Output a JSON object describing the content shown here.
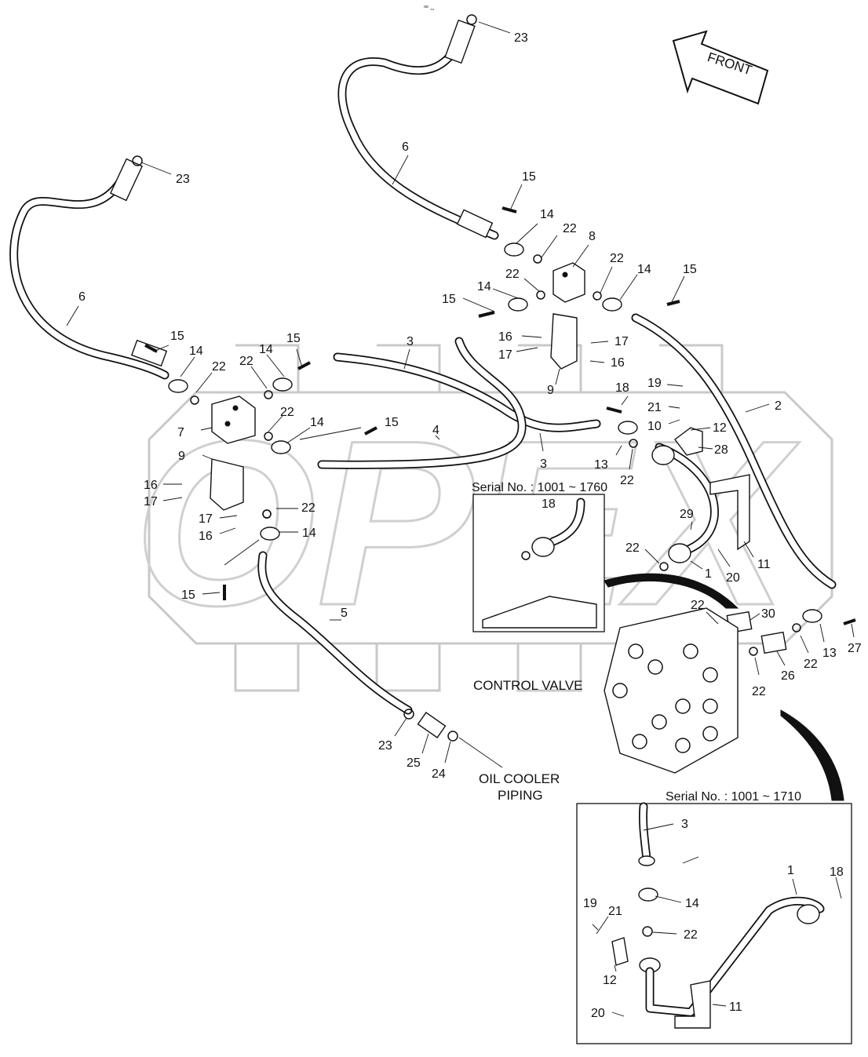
{
  "header_mark": "ᵒᵉ ‚‚‚",
  "front_arrow": "FRONT",
  "watermark": "OPEX",
  "callouts": {
    "c23a": "23",
    "c23b": "23",
    "c23c": "23",
    "c6a": "6",
    "c6b": "6",
    "c15a": "15",
    "c15b": "15",
    "c15c": "15",
    "c15d": "15",
    "c15e": "15",
    "c15f": "15",
    "c15g": "15",
    "c14a": "14",
    "c14b": "14",
    "c14c": "14",
    "c14d": "14",
    "c14e": "14",
    "c14f": "14",
    "c14g": "14",
    "c14h": "14",
    "c22a": "22",
    "c22b": "22",
    "c22c": "22",
    "c22d": "22",
    "c22e": "22",
    "c22f": "22",
    "c22g": "22",
    "c22h": "22",
    "c22i": "22",
    "c22j": "22",
    "c22k": "22",
    "c22l": "22",
    "c22m": "22",
    "c22n": "22",
    "c8": "8",
    "c3a": "3",
    "c3b": "3",
    "c3c": "3",
    "c16a": "16",
    "c16b": "16",
    "c16c": "16",
    "c16d": "16",
    "c17a": "17",
    "c17b": "17",
    "c17c": "17",
    "c17d": "17",
    "c9a": "9",
    "c9b": "9",
    "c7": "7",
    "c4": "4",
    "c2": "2",
    "c19a": "19",
    "c19b": "19",
    "c18a": "18",
    "c18b": "18",
    "c18c": "18",
    "c21a": "21",
    "c21b": "21",
    "c10": "10",
    "c12a": "12",
    "c12b": "12",
    "c28": "28",
    "c13a": "13",
    "c13b": "13",
    "c29": "29",
    "c1a": "1",
    "c1b": "1",
    "c20a": "20",
    "c20b": "20",
    "c11a": "11",
    "c11b": "11",
    "c30": "30",
    "c26": "26",
    "c27": "27",
    "c5": "5",
    "c25": "25",
    "c24": "24"
  },
  "inset_top": {
    "title": "Serial No. : 1001 ~ 1760"
  },
  "inset_bottom": {
    "title": "Serial No. : 1001 ~ 1710"
  },
  "control_valve_label": "CONTROL VALVE",
  "oil_cooler_label": {
    "line1": "OIL COOLER",
    "line2": "PIPING"
  }
}
